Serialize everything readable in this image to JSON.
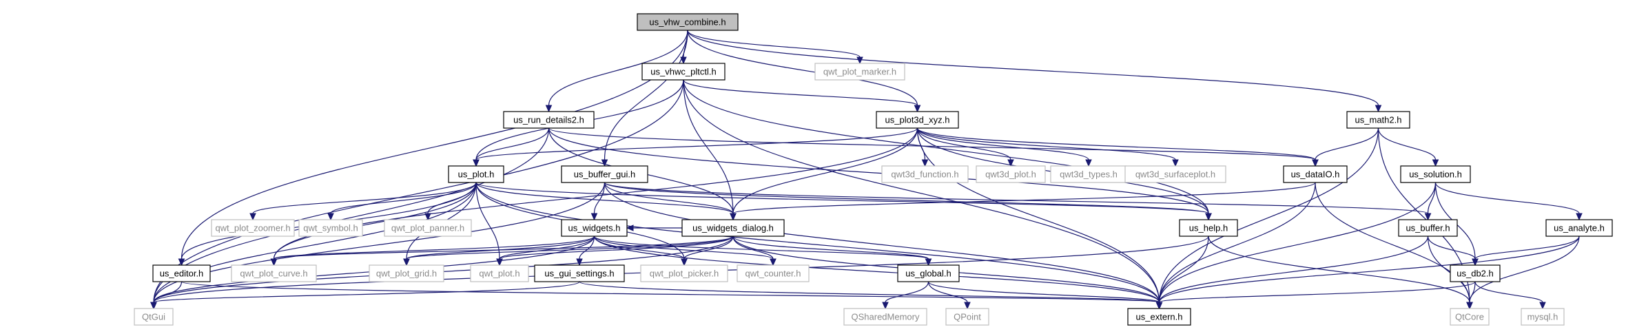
{
  "graph": {
    "colors": {
      "edge": "#191970",
      "root_fill": "#bfbfbf",
      "node_border": "#000000",
      "external_border": "#bfbfbf",
      "external_text": "#8a8a8a"
    },
    "nodes": [
      {
        "id": "us_vhw_combine",
        "label": "us_vhw_combine.h",
        "kind": "root"
      },
      {
        "id": "us_vhwc_pltctl",
        "label": "us_vhwc_pltctl.h",
        "kind": "internal"
      },
      {
        "id": "qwt_plot_marker",
        "label": "qwt_plot_marker.h",
        "kind": "external"
      },
      {
        "id": "us_run_details2",
        "label": "us_run_details2.h",
        "kind": "internal"
      },
      {
        "id": "us_plot3d_xyz",
        "label": "us_plot3d_xyz.h",
        "kind": "internal"
      },
      {
        "id": "us_math2",
        "label": "us_math2.h",
        "kind": "internal"
      },
      {
        "id": "us_plot",
        "label": "us_plot.h",
        "kind": "internal"
      },
      {
        "id": "us_buffer_gui",
        "label": "us_buffer_gui.h",
        "kind": "internal"
      },
      {
        "id": "qwt3d_function",
        "label": "qwt3d_function.h",
        "kind": "external"
      },
      {
        "id": "qwt3d_plot",
        "label": "qwt3d_plot.h",
        "kind": "external"
      },
      {
        "id": "qwt3d_types",
        "label": "qwt3d_types.h",
        "kind": "external"
      },
      {
        "id": "qwt3d_surfaceplot",
        "label": "qwt3d_surfaceplot.h",
        "kind": "external"
      },
      {
        "id": "us_dataIO",
        "label": "us_dataIO.h",
        "kind": "internal"
      },
      {
        "id": "us_solution",
        "label": "us_solution.h",
        "kind": "internal"
      },
      {
        "id": "qwt_plot_zoomer",
        "label": "qwt_plot_zoomer.h",
        "kind": "external"
      },
      {
        "id": "qwt_symbol",
        "label": "qwt_symbol.h",
        "kind": "external"
      },
      {
        "id": "qwt_plot_panner",
        "label": "qwt_plot_panner.h",
        "kind": "external"
      },
      {
        "id": "us_widgets",
        "label": "us_widgets.h",
        "kind": "internal"
      },
      {
        "id": "us_widgets_dialog",
        "label": "us_widgets_dialog.h",
        "kind": "internal"
      },
      {
        "id": "us_help",
        "label": "us_help.h",
        "kind": "internal"
      },
      {
        "id": "us_buffer",
        "label": "us_buffer.h",
        "kind": "internal"
      },
      {
        "id": "us_analyte",
        "label": "us_analyte.h",
        "kind": "internal"
      },
      {
        "id": "us_editor",
        "label": "us_editor.h",
        "kind": "internal"
      },
      {
        "id": "qwt_plot_curve",
        "label": "qwt_plot_curve.h",
        "kind": "external"
      },
      {
        "id": "qwt_plot_grid",
        "label": "qwt_plot_grid.h",
        "kind": "external"
      },
      {
        "id": "qwt_plot",
        "label": "qwt_plot.h",
        "kind": "external"
      },
      {
        "id": "us_gui_settings",
        "label": "us_gui_settings.h",
        "kind": "internal"
      },
      {
        "id": "qwt_plot_picker",
        "label": "qwt_plot_picker.h",
        "kind": "external"
      },
      {
        "id": "qwt_counter",
        "label": "qwt_counter.h",
        "kind": "external"
      },
      {
        "id": "us_global",
        "label": "us_global.h",
        "kind": "internal"
      },
      {
        "id": "us_db2",
        "label": "us_db2.h",
        "kind": "internal"
      },
      {
        "id": "QtGui",
        "label": "QtGui",
        "kind": "external"
      },
      {
        "id": "QSharedMemory",
        "label": "QSharedMemory",
        "kind": "external"
      },
      {
        "id": "QPoint",
        "label": "QPoint",
        "kind": "external"
      },
      {
        "id": "us_extern",
        "label": "us_extern.h",
        "kind": "internal"
      },
      {
        "id": "QtCore",
        "label": "QtCore",
        "kind": "external"
      },
      {
        "id": "mysql",
        "label": "mysql.h",
        "kind": "external"
      }
    ],
    "edges": [
      [
        "us_vhw_combine",
        "us_vhwc_pltctl"
      ],
      [
        "us_vhw_combine",
        "qwt_plot_marker"
      ],
      [
        "us_vhw_combine",
        "us_run_details2"
      ],
      [
        "us_vhw_combine",
        "us_plot3d_xyz"
      ],
      [
        "us_vhw_combine",
        "us_math2"
      ],
      [
        "us_vhw_combine",
        "us_buffer_gui"
      ],
      [
        "us_vhw_combine",
        "us_editor"
      ],
      [
        "us_vhwc_pltctl",
        "us_plot3d_xyz"
      ],
      [
        "us_vhwc_pltctl",
        "us_plot"
      ],
      [
        "us_vhwc_pltctl",
        "us_widgets_dialog"
      ],
      [
        "us_vhwc_pltctl",
        "us_help"
      ],
      [
        "us_vhwc_pltctl",
        "us_extern"
      ],
      [
        "us_vhwc_pltctl",
        "QtGui"
      ],
      [
        "us_run_details2",
        "us_plot"
      ],
      [
        "us_run_details2",
        "us_widgets_dialog"
      ],
      [
        "us_run_details2",
        "us_dataIO"
      ],
      [
        "us_run_details2",
        "us_help"
      ],
      [
        "us_run_details2",
        "QtGui"
      ],
      [
        "us_plot3d_xyz",
        "us_plot"
      ],
      [
        "us_plot3d_xyz",
        "qwt3d_function"
      ],
      [
        "us_plot3d_xyz",
        "qwt3d_plot"
      ],
      [
        "us_plot3d_xyz",
        "qwt3d_types"
      ],
      [
        "us_plot3d_xyz",
        "qwt3d_surfaceplot"
      ],
      [
        "us_plot3d_xyz",
        "us_dataIO"
      ],
      [
        "us_plot3d_xyz",
        "us_help"
      ],
      [
        "us_plot3d_xyz",
        "us_widgets_dialog"
      ],
      [
        "us_plot3d_xyz",
        "us_extern"
      ],
      [
        "us_plot3d_xyz",
        "qwt_plot_curve"
      ],
      [
        "us_math2",
        "us_dataIO"
      ],
      [
        "us_math2",
        "us_solution"
      ],
      [
        "us_math2",
        "us_extern"
      ],
      [
        "us_math2",
        "QtCore"
      ],
      [
        "us_plot",
        "qwt_plot_zoomer"
      ],
      [
        "us_plot",
        "qwt_symbol"
      ],
      [
        "us_plot",
        "qwt_plot_panner"
      ],
      [
        "us_plot",
        "us_widgets_dialog"
      ],
      [
        "us_plot",
        "us_help"
      ],
      [
        "us_plot",
        "us_extern"
      ],
      [
        "us_plot",
        "qwt_plot"
      ],
      [
        "us_plot",
        "qwt_plot_picker"
      ],
      [
        "us_plot",
        "QtGui"
      ],
      [
        "us_plot",
        "qwt_plot_curve"
      ],
      [
        "us_plot",
        "qwt_plot_grid"
      ],
      [
        "us_plot",
        "us_editor"
      ],
      [
        "us_buffer_gui",
        "us_widgets"
      ],
      [
        "us_buffer_gui",
        "us_widgets_dialog"
      ],
      [
        "us_buffer_gui",
        "us_help"
      ],
      [
        "us_buffer_gui",
        "us_buffer"
      ],
      [
        "us_buffer_gui",
        "us_extern"
      ],
      [
        "us_buffer_gui",
        "QtGui"
      ],
      [
        "us_dataIO",
        "us_extern"
      ],
      [
        "us_dataIO",
        "QtCore"
      ],
      [
        "us_dataIO",
        "us_widgets_dialog"
      ],
      [
        "us_solution",
        "us_buffer"
      ],
      [
        "us_solution",
        "us_analyte"
      ],
      [
        "us_solution",
        "us_db2"
      ],
      [
        "us_solution",
        "us_extern"
      ],
      [
        "us_widgets",
        "us_gui_settings"
      ],
      [
        "us_widgets",
        "qwt_plot_curve"
      ],
      [
        "us_widgets",
        "qwt_plot_grid"
      ],
      [
        "us_widgets",
        "qwt_plot"
      ],
      [
        "us_widgets",
        "qwt_plot_picker"
      ],
      [
        "us_widgets",
        "qwt_counter"
      ],
      [
        "us_widgets",
        "us_global"
      ],
      [
        "us_widgets",
        "us_extern"
      ],
      [
        "us_widgets",
        "QtGui"
      ],
      [
        "us_widgets_dialog",
        "us_widgets"
      ],
      [
        "us_widgets_dialog",
        "qwt_plot_curve"
      ],
      [
        "us_widgets_dialog",
        "qwt_plot_grid"
      ],
      [
        "us_widgets_dialog",
        "qwt_plot"
      ],
      [
        "us_widgets_dialog",
        "qwt_plot_picker"
      ],
      [
        "us_widgets_dialog",
        "qwt_counter"
      ],
      [
        "us_widgets_dialog",
        "us_global"
      ],
      [
        "us_widgets_dialog",
        "us_extern"
      ],
      [
        "us_widgets_dialog",
        "QtGui"
      ],
      [
        "us_help",
        "us_extern"
      ],
      [
        "us_help",
        "QtGui"
      ],
      [
        "us_help",
        "QtCore"
      ],
      [
        "us_buffer",
        "us_db2"
      ],
      [
        "us_buffer",
        "us_extern"
      ],
      [
        "us_buffer",
        "QtCore"
      ],
      [
        "us_analyte",
        "us_db2"
      ],
      [
        "us_analyte",
        "us_extern"
      ],
      [
        "us_analyte",
        "QtCore"
      ],
      [
        "us_editor",
        "us_extern"
      ],
      [
        "us_editor",
        "QtGui"
      ],
      [
        "us_gui_settings",
        "us_extern"
      ],
      [
        "us_gui_settings",
        "QtGui"
      ],
      [
        "us_global",
        "QSharedMemory"
      ],
      [
        "us_global",
        "QPoint"
      ],
      [
        "us_global",
        "us_extern"
      ],
      [
        "us_db2",
        "us_extern"
      ],
      [
        "us_db2",
        "QtCore"
      ],
      [
        "us_db2",
        "mysql"
      ]
    ]
  }
}
